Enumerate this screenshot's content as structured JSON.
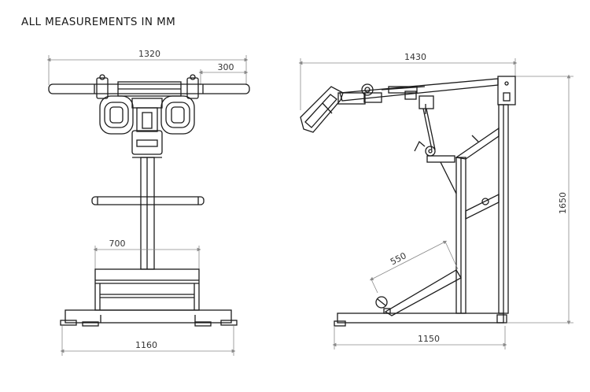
{
  "heading": "ALL MEASUREMENTS IN MM",
  "front_view": {
    "dim_overall_width": "1320",
    "dim_handle": "300",
    "dim_platform": "700",
    "dim_base": "1160"
  },
  "side_view": {
    "dim_depth": "1430",
    "dim_height": "1650",
    "dim_brace": "550",
    "dim_base_depth": "1150"
  },
  "colors": {
    "line": "#1c1c1c",
    "dimension": "#8a8a8a"
  }
}
